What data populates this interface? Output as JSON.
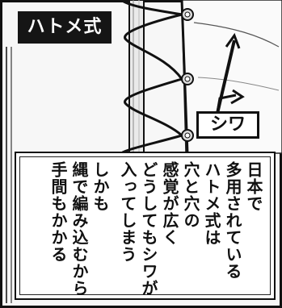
{
  "title": "ハトメ式",
  "label": "シワ",
  "caption": {
    "lines": [
      "日本で",
      "多用されている",
      "ハトメ式は",
      "穴と穴の",
      "感覚が広く",
      "どうしてもシワが",
      "入ってしまう",
      "しかも",
      "縄で編み込むから",
      "手間もかかる"
    ]
  }
}
